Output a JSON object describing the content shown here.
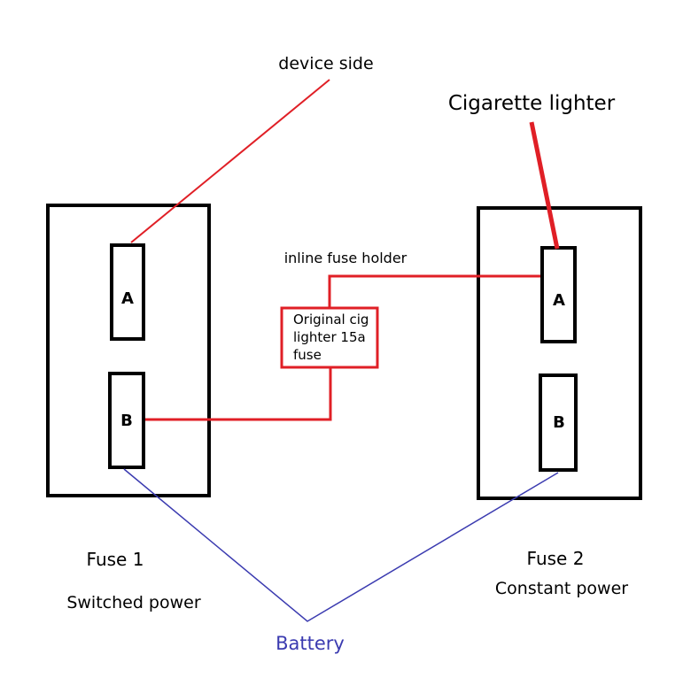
{
  "colors": {
    "background": "#ffffff",
    "box_outline": "#000000",
    "switched_wire": "#e01f26",
    "battery_wire": "#3b3bb0",
    "fuse_holder_outline": "#e01f26",
    "battery_text": "#3b3bb0"
  },
  "labels": {
    "device_side": "device side",
    "cigarette_lighter": "Cigarette lighter",
    "inline_fuse_holder": "inline fuse holder",
    "battery": "Battery"
  },
  "fuse_holder": {
    "line1": "Original cig",
    "line2": "lighter 15a",
    "line3": "fuse"
  },
  "fuse1": {
    "title": "Fuse 1",
    "subtitle": "Switched power",
    "slot_a": "A",
    "slot_b": "B"
  },
  "fuse2": {
    "title": "Fuse 2",
    "subtitle": "Constant power",
    "slot_a": "A",
    "slot_b": "B"
  }
}
